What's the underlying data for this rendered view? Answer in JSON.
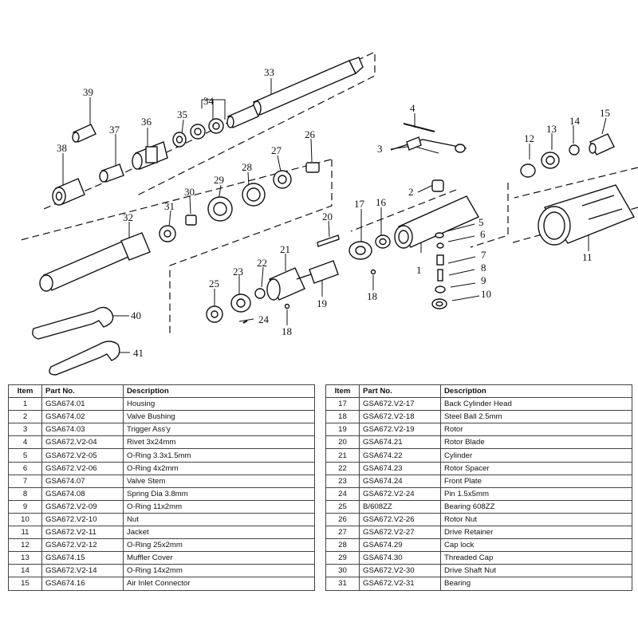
{
  "callouts": [
    "1",
    "2",
    "3",
    "4",
    "5",
    "6",
    "7",
    "8",
    "9",
    "10",
    "11",
    "12",
    "13",
    "14",
    "15",
    "16",
    "17",
    "18",
    "18",
    "19",
    "20",
    "21",
    "22",
    "23",
    "24",
    "25",
    "26",
    "27",
    "28",
    "29",
    "30",
    "31",
    "32",
    "33",
    "34",
    "35",
    "36",
    "37",
    "38",
    "39",
    "40",
    "41"
  ],
  "table_headers": {
    "item": "Item",
    "part_no": "Part No.",
    "description": "Description"
  },
  "table_left": [
    [
      "1",
      "GSA674.01",
      "Housing"
    ],
    [
      "2",
      "GSA674.02",
      "Valve Bushing"
    ],
    [
      "3",
      "GSA674.03",
      "Trigger Ass'y"
    ],
    [
      "4",
      "GSA672.V2-04",
      "Rivet 3x24mm"
    ],
    [
      "5",
      "GSA672.V2-05",
      "O-Ring 3.3x1.5mm"
    ],
    [
      "6",
      "GSA672.V2-06",
      "O-Ring 4x2mm"
    ],
    [
      "7",
      "GSA674.07",
      "Valve Stem"
    ],
    [
      "8",
      "GSA674.08",
      "Spring Dia 3.8mm"
    ],
    [
      "9",
      "GSA672.V2-09",
      "O-Ring 11x2mm"
    ],
    [
      "10",
      "GSA672.V2-10",
      "Nut"
    ],
    [
      "11",
      "GSA672.V2-11",
      "Jacket"
    ],
    [
      "12",
      "GSA672.V2-12",
      "O-Ring 25x2mm"
    ],
    [
      "13",
      "GSA674.15",
      "Muffler Cover"
    ],
    [
      "14",
      "GSA672.V2-14",
      "O-Ring 14x2mm"
    ],
    [
      "15",
      "GSA674.16",
      "Air Inlet Connector"
    ]
  ],
  "table_right": [
    [
      "17",
      "GSA672.V2-17",
      "Back Cylinder Head"
    ],
    [
      "18",
      "GSA672.V2-18",
      "Steel Ball 2.5mm"
    ],
    [
      "19",
      "GSA672.V2-19",
      "Rotor"
    ],
    [
      "20",
      "GSA674.21",
      "Rotor Blade"
    ],
    [
      "21",
      "GSA674.22",
      "Cylinder"
    ],
    [
      "22",
      "GSA674.23",
      "Rotor Spacer"
    ],
    [
      "23",
      "GSA674.24",
      "Front Plate"
    ],
    [
      "24",
      "GSA672.V2-24",
      "Pin 1.5x5mm"
    ],
    [
      "25",
      "B/608ZZ",
      "Bearing 608ZZ"
    ],
    [
      "26",
      "GSA672.V2-26",
      "Rotor Nut"
    ],
    [
      "27",
      "GSA672.V2-27",
      "Drive Retainer"
    ],
    [
      "28",
      "GSA674.29",
      "Cap lock"
    ],
    [
      "29",
      "GSA674.30",
      "Threaded Cap"
    ],
    [
      "30",
      "GSA672.V2-30",
      "Drive Shaft Nut"
    ],
    [
      "31",
      "GSA672.V2-31",
      "Bearing"
    ]
  ]
}
